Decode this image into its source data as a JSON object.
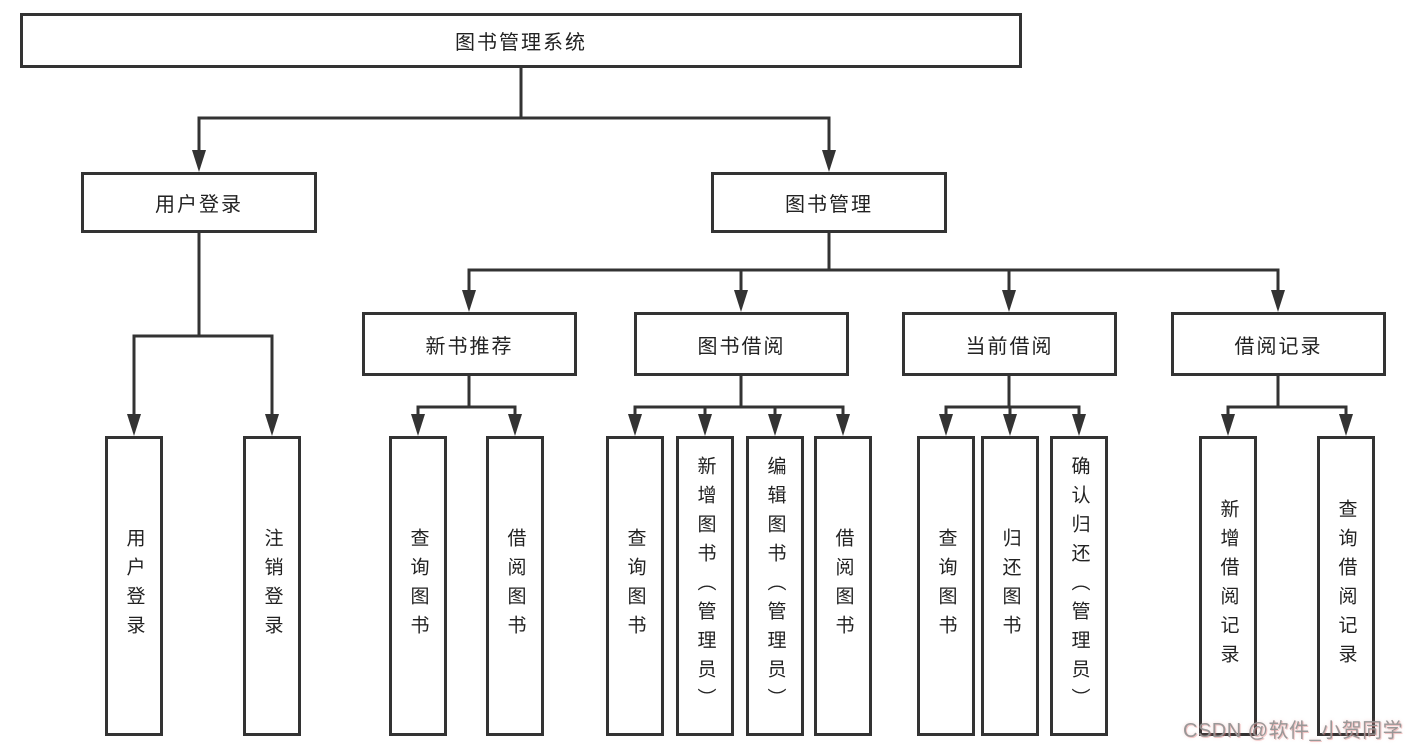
{
  "root": {
    "label": "图书管理系统"
  },
  "user_login": {
    "label": "用户登录",
    "children": [
      {
        "label": "用户登录"
      },
      {
        "label": "注销登录"
      }
    ]
  },
  "book_mgmt": {
    "label": "图书管理",
    "sections": [
      {
        "label": "新书推荐",
        "children": [
          {
            "label": "查询图书"
          },
          {
            "label": "借阅图书"
          }
        ]
      },
      {
        "label": "图书借阅",
        "children": [
          {
            "label": "查询图书"
          },
          {
            "label": "新增图书（管理员）"
          },
          {
            "label": "编辑图书（管理员）"
          },
          {
            "label": "借阅图书"
          }
        ]
      },
      {
        "label": "当前借阅",
        "children": [
          {
            "label": "查询图书"
          },
          {
            "label": "归还图书"
          },
          {
            "label": "确认归还（管理员）"
          }
        ]
      },
      {
        "label": "借阅记录",
        "children": [
          {
            "label": "新增借阅记录"
          },
          {
            "label": "查询借阅记录"
          }
        ]
      }
    ]
  },
  "watermark": {
    "text": "CSDN @软件_小贺同学"
  },
  "colors": {
    "line": "#333333",
    "text": "#222222",
    "box_background": "#ffffff",
    "page_background": "#ffffff",
    "watermark": "#949494"
  }
}
